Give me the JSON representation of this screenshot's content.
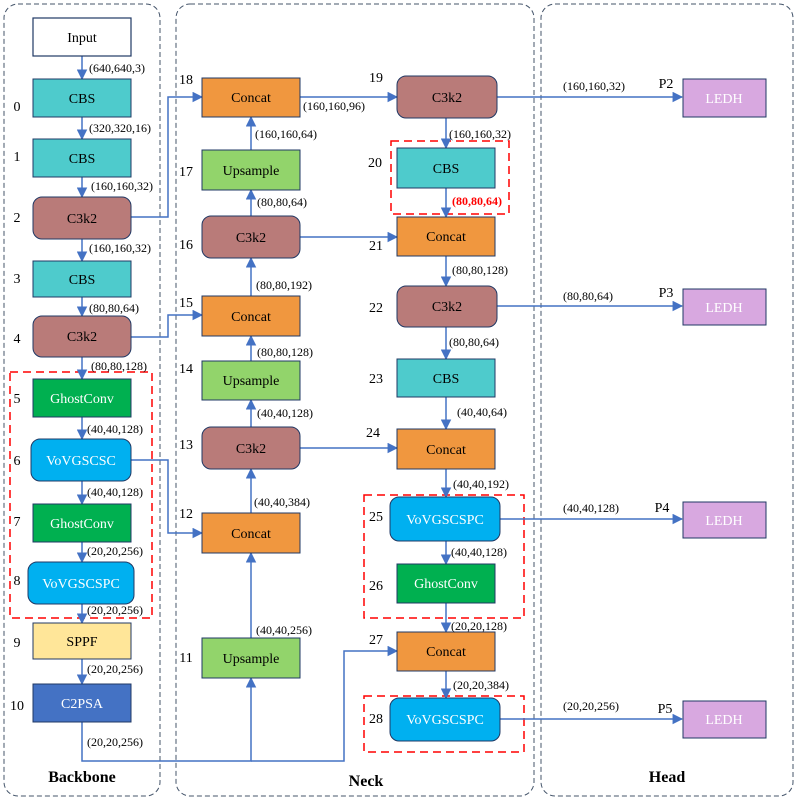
{
  "panels": {
    "backbone": "Backbone",
    "neck": "Neck",
    "head": "Head"
  },
  "colors": {
    "input": "#ffffff",
    "cbs": "#4ecbcc",
    "c3k2": "#b97b79",
    "ghostconv": "#00b050",
    "vovgscsc": "#00b0f0",
    "sppf": "#ffe699",
    "c2psa": "#4472c4",
    "concat": "#f0973f",
    "upsample": "#92d46b",
    "ledh": "#d8a8e0",
    "arrow": "#4472c4",
    "highlight": "#ff0000"
  },
  "backbone": {
    "input": "Input",
    "n0": {
      "index": "0",
      "label": "CBS"
    },
    "n1": {
      "index": "1",
      "label": "CBS"
    },
    "n2": {
      "index": "2",
      "label": "C3k2"
    },
    "n3": {
      "index": "3",
      "label": "CBS"
    },
    "n4": {
      "index": "4",
      "label": "C3k2"
    },
    "n5": {
      "index": "5",
      "label": "GhostConv"
    },
    "n6": {
      "index": "6",
      "label": "VoVGSCSC"
    },
    "n7": {
      "index": "7",
      "label": "GhostConv"
    },
    "n8": {
      "index": "8",
      "label": "VoVGSCSPC"
    },
    "n9": {
      "index": "9",
      "label": "SPPF"
    },
    "n10": {
      "index": "10",
      "label": "C2PSA"
    },
    "shapes": {
      "s_in": "(640,640,3)",
      "s0": "(320,320,16)",
      "s1": "(160,160,32)",
      "s2": "(160,160,32)",
      "s3": "(80,80,64)",
      "s4": "(80,80,128)",
      "s5": "(40,40,128)",
      "s6": "(40,40,128)",
      "s7": "(20,20,256)",
      "s8": "(20,20,256)",
      "s9": "(20,20,256)",
      "s10": "(20,20,256)"
    }
  },
  "neck": {
    "n11": {
      "index": "11",
      "label": "Upsample"
    },
    "n12": {
      "index": "12",
      "label": "Concat"
    },
    "n13": {
      "index": "13",
      "label": "C3k2"
    },
    "n14": {
      "index": "14",
      "label": "Upsample"
    },
    "n15": {
      "index": "15",
      "label": "Concat"
    },
    "n16": {
      "index": "16",
      "label": "C3k2"
    },
    "n17": {
      "index": "17",
      "label": "Upsample"
    },
    "n18": {
      "index": "18",
      "label": "Concat"
    },
    "n19": {
      "index": "19",
      "label": "C3k2"
    },
    "n20": {
      "index": "20",
      "label": "CBS"
    },
    "n21": {
      "index": "21",
      "label": "Concat"
    },
    "n22": {
      "index": "22",
      "label": "C3k2"
    },
    "n23": {
      "index": "23",
      "label": "CBS"
    },
    "n24": {
      "index": "24",
      "label": "Concat"
    },
    "n25": {
      "index": "25",
      "label": "VoVGSCSPC"
    },
    "n26": {
      "index": "26",
      "label": "GhostConv"
    },
    "n27": {
      "index": "27",
      "label": "Concat"
    },
    "n28": {
      "index": "28",
      "label": "VoVGSCSPC"
    },
    "shapes": {
      "s11": "(40,40,256)",
      "s12": "(40,40,384)",
      "s13": "(40,40,128)",
      "s14": "(80,80,128)",
      "s15": "(80,80,192)",
      "s16": "(80,80,64)",
      "s17": "(160,160,64)",
      "s18": "(160,160,96)",
      "s19": "(160,160,32)",
      "s20": "(80,80,64)",
      "s21": "(80,80,128)",
      "s22": "(80,80,64)",
      "s23": "(40,40,64)",
      "s24": "(40,40,192)",
      "s25": "(40,40,128)",
      "s26": "(20,20,128)",
      "s27": "(20,20,384)"
    }
  },
  "head": {
    "p2": {
      "label": "P2",
      "box": "LEDH",
      "shape": "(160,160,32)"
    },
    "p3": {
      "label": "P3",
      "box": "LEDH",
      "shape": "(80,80,64)"
    },
    "p4": {
      "label": "P4",
      "box": "LEDH",
      "shape": "(40,40,128)"
    },
    "p5": {
      "label": "P5",
      "box": "LEDH",
      "shape": "(20,20,256)"
    }
  }
}
